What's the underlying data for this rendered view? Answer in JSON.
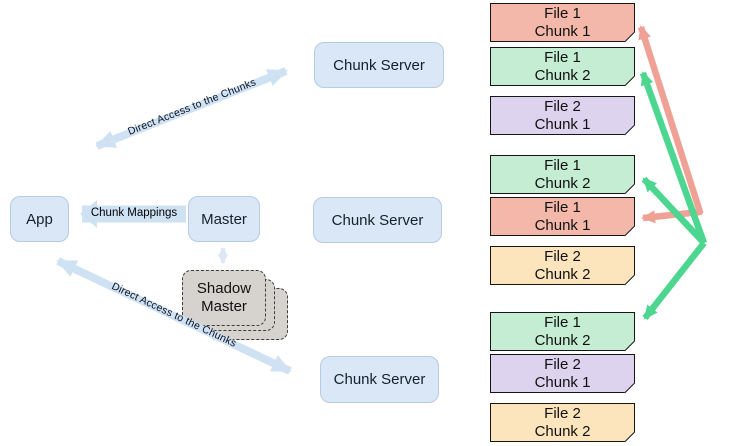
{
  "colors": {
    "node_blue": "#d9e7f6",
    "arrow_blue": "#cfe2f3",
    "arrow_blue_light": "#dde8f4",
    "arrow_salmon": "#f0a195",
    "arrow_green": "#4cd68f",
    "shadow_gray": "#d6d2cd",
    "chunk_salmon": "#f3b8a9",
    "chunk_green": "#c4edd3",
    "chunk_purple": "#ddd3ef",
    "chunk_peach": "#fce4bd"
  },
  "nodes": {
    "app": "App",
    "master": "Master",
    "shadow_master": "Shadow Master",
    "chunk_server_1": "Chunk Server",
    "chunk_server_2": "Chunk Server",
    "chunk_server_3": "Chunk Server"
  },
  "labels": {
    "chunk_mappings": "Chunk Mappings",
    "direct_access_top": "Direct Access to the Chunks",
    "direct_access_bottom": "Direct Access to the Chunks"
  },
  "chunks": {
    "server1": [
      {
        "line1": "File 1",
        "line2": "Chunk 1",
        "fill": "#f3b8a9"
      },
      {
        "line1": "File 1",
        "line2": "Chunk 2",
        "fill": "#c4edd3"
      },
      {
        "line1": "File 2",
        "line2": "Chunk 1",
        "fill": "#ddd3ef"
      }
    ],
    "server2": [
      {
        "line1": "File 1",
        "line2": "Chunk 2",
        "fill": "#c4edd3"
      },
      {
        "line1": "File 1",
        "line2": "Chunk 1",
        "fill": "#f3b8a9"
      },
      {
        "line1": "File 2",
        "line2": "Chunk 2",
        "fill": "#fce4bd"
      }
    ],
    "server3": [
      {
        "line1": "File 1",
        "line2": "Chunk 2",
        "fill": "#c4edd3"
      },
      {
        "line1": "File 2",
        "line2": "Chunk 1",
        "fill": "#ddd3ef"
      },
      {
        "line1": "File 2",
        "line2": "Chunk 2",
        "fill": "#fce4bd"
      }
    ]
  }
}
